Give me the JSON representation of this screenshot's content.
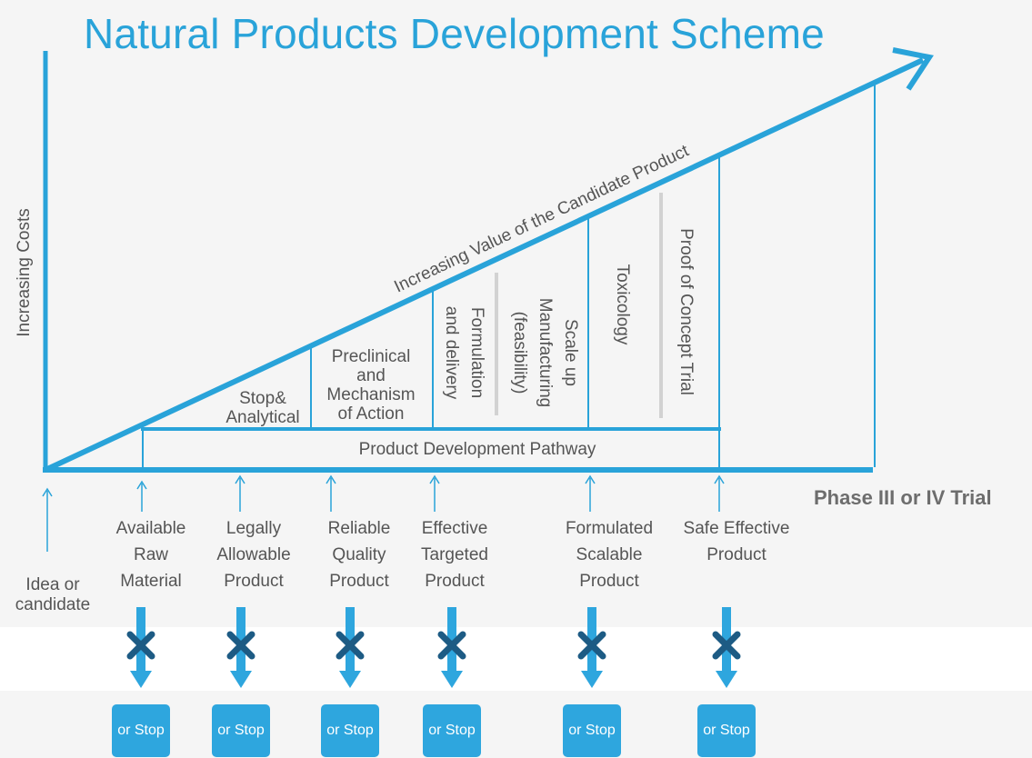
{
  "title": "Natural Products Development Scheme",
  "axis": {
    "y_label": "Increasing Costs",
    "diagonal_label": "Increasing Value of the Candidate Product",
    "end_label": "Phase III or IV Trial"
  },
  "pathway_label": "Product Development Pathway",
  "stages": [
    {
      "lines": [
        "Stop&",
        "Analytical"
      ]
    },
    {
      "lines": [
        "Preclinical",
        "and",
        "Mechanism",
        "of Action"
      ]
    },
    {
      "lines": [
        "Formulation",
        "and delivery"
      ]
    },
    {
      "lines": [
        "Scale up",
        "Manufacturing",
        "(feasibility)"
      ]
    },
    {
      "lines": [
        "Toxicology"
      ]
    },
    {
      "lines": [
        "Proof of Concept Trial"
      ]
    }
  ],
  "start": {
    "lines": [
      "Idea or",
      "candidate"
    ]
  },
  "milestones": [
    {
      "lines": [
        "Available",
        "Raw",
        "Material"
      ]
    },
    {
      "lines": [
        "Legally",
        "Allowable",
        "Product"
      ]
    },
    {
      "lines": [
        "Reliable",
        "Quality",
        "Product"
      ]
    },
    {
      "lines": [
        "Effective",
        "Targeted",
        "Product"
      ]
    },
    {
      "lines": [
        "Formulated",
        "Scalable",
        "Product"
      ]
    },
    {
      "lines": [
        "Safe Effective",
        "Product"
      ]
    }
  ],
  "stop_label": "or Stop",
  "icons": {
    "stop_marker": "x-icon",
    "flow": "arrow-down-icon",
    "up": "arrow-up-icon"
  },
  "colors": {
    "accent": "#29a3d9",
    "button": "#2ea6de",
    "text": "#555555",
    "x_mark": "#1d5b84"
  }
}
